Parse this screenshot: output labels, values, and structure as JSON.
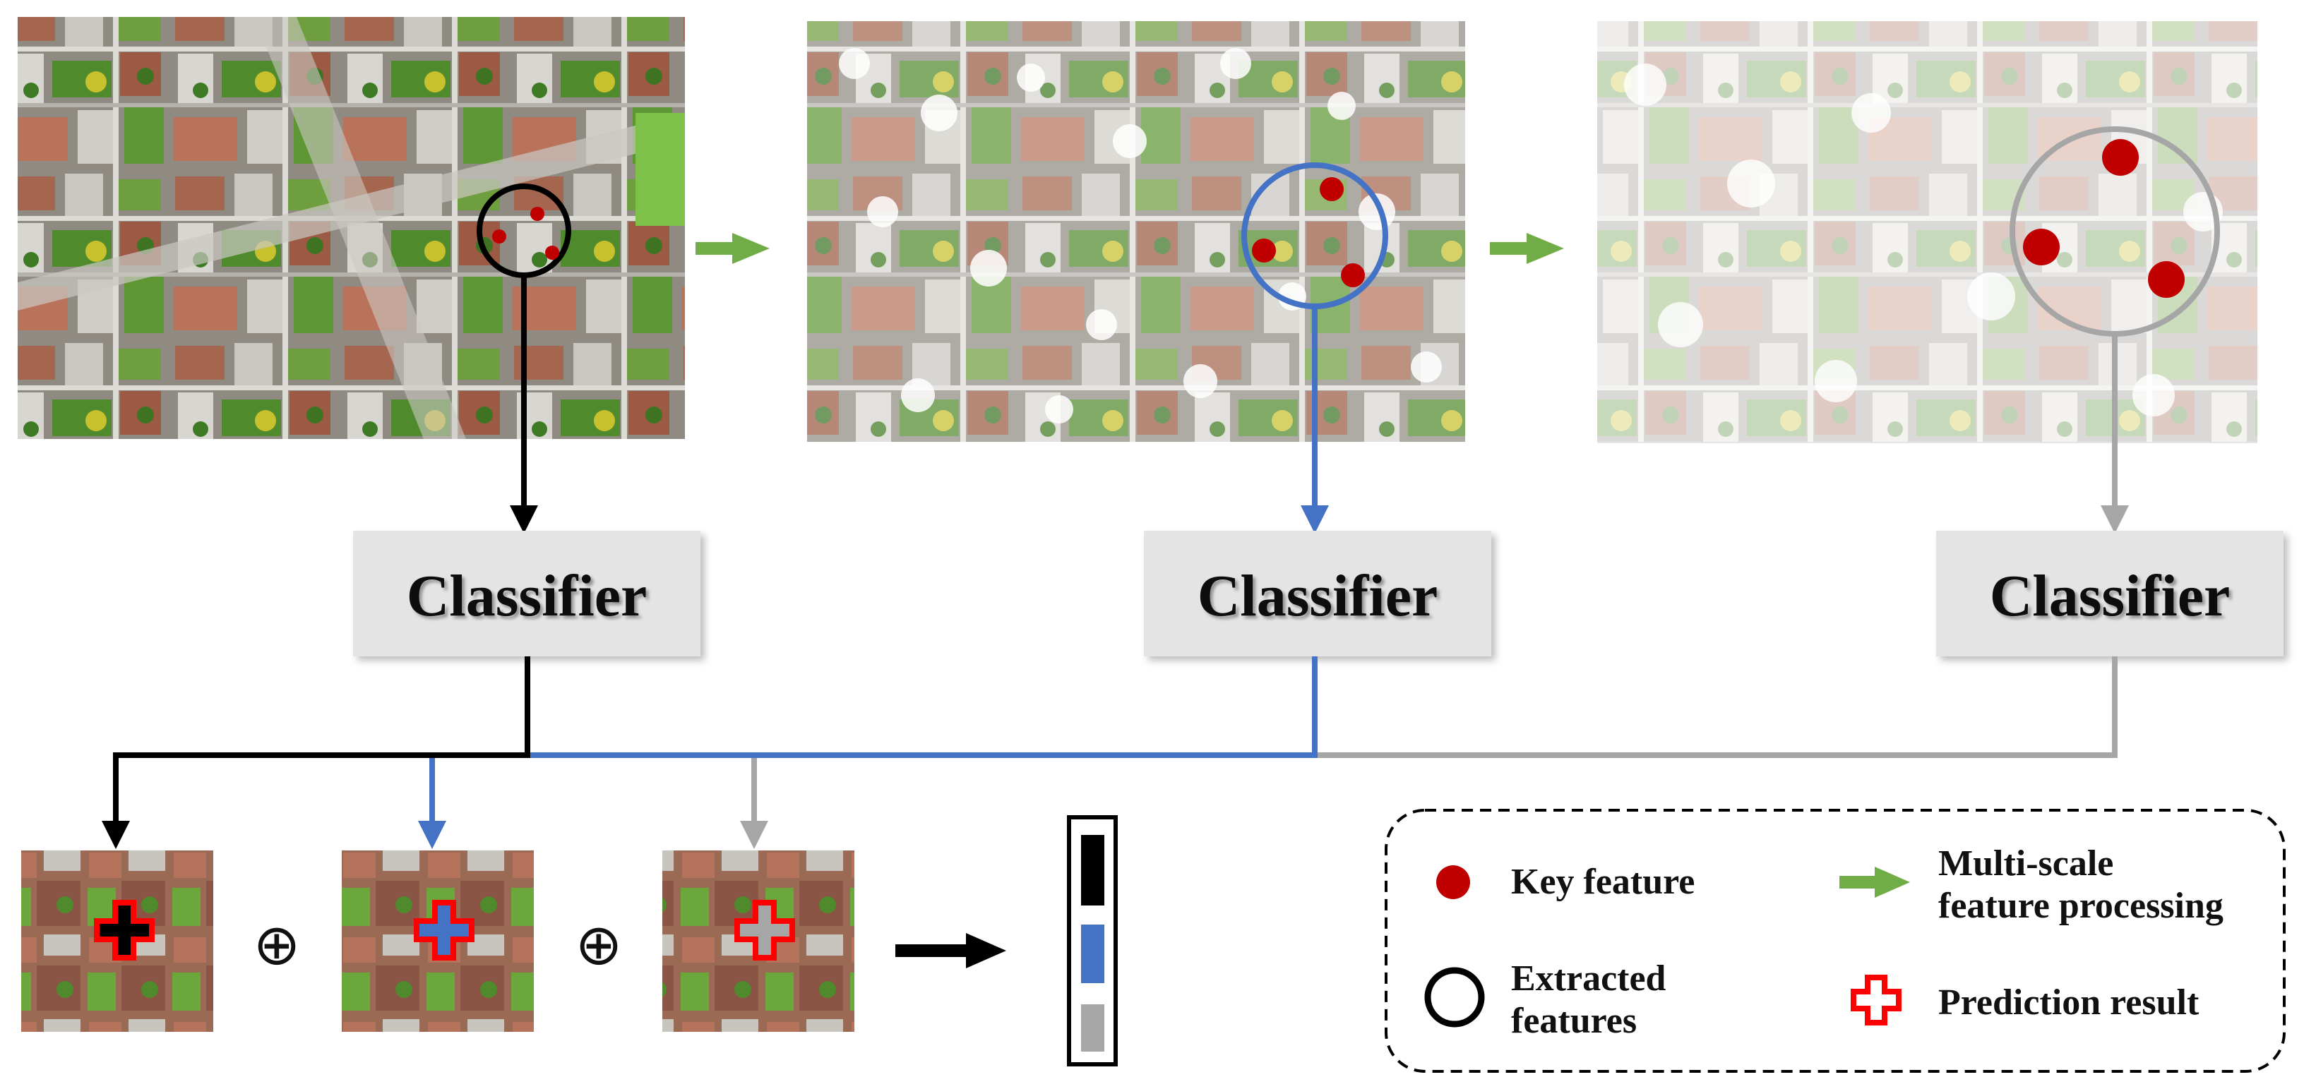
{
  "classifiers": [
    {
      "label": "Classifier",
      "color": "#000000"
    },
    {
      "label": "Classifier",
      "color": "#4472C4"
    },
    {
      "label": "Classifier",
      "color": "#A6A6A6"
    }
  ],
  "operator_symbol": "⊕",
  "colors": {
    "key_feature": "#C00000",
    "arrow_green": "#70AD47",
    "scale1": "#000000",
    "scale2": "#4472C4",
    "scale3": "#A6A6A6",
    "prediction_outline": "#FF0000",
    "classifier_box": "#E4E4E4"
  },
  "legend": {
    "key_feature": "Key feature",
    "extracted_features_line1": "Extracted",
    "extracted_features_line2": "features",
    "multiscale_line1": "Multi-scale",
    "multiscale_line2": "feature processing",
    "prediction_result": "Prediction result"
  }
}
